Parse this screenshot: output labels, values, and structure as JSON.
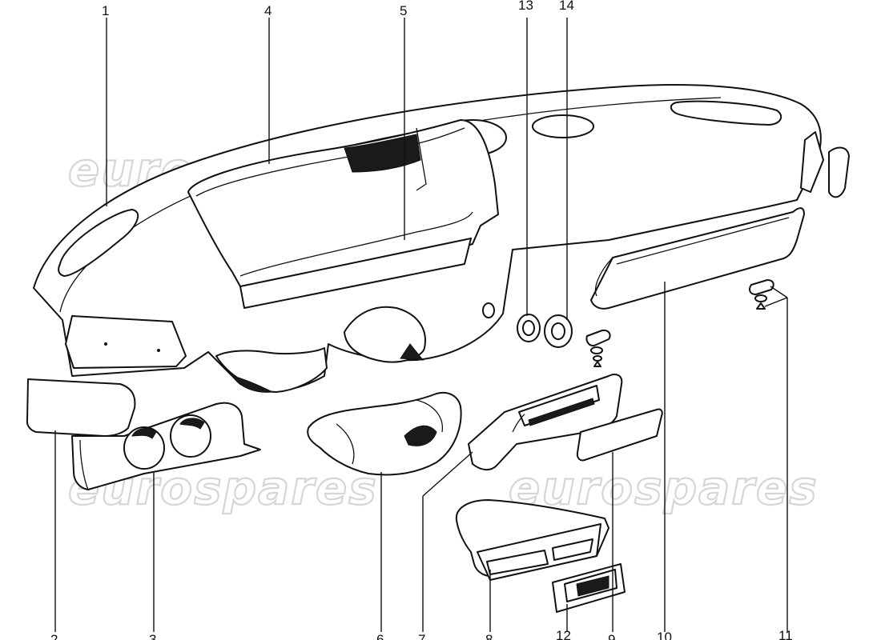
{
  "watermark": "eurospares",
  "callouts": [
    "1",
    "2",
    "3",
    "4",
    "5",
    "6",
    "7",
    "8",
    "9",
    "10",
    "11",
    "12",
    "13",
    "14"
  ],
  "icons": [
    "dashboard-shell",
    "glovebox-lid",
    "gauge-pod",
    "steering-column-cowl",
    "side-vent-panel",
    "center-air-duct",
    "switch-panel",
    "trim-strip",
    "glovebox-tray",
    "lock-washer-set",
    "grommet"
  ]
}
